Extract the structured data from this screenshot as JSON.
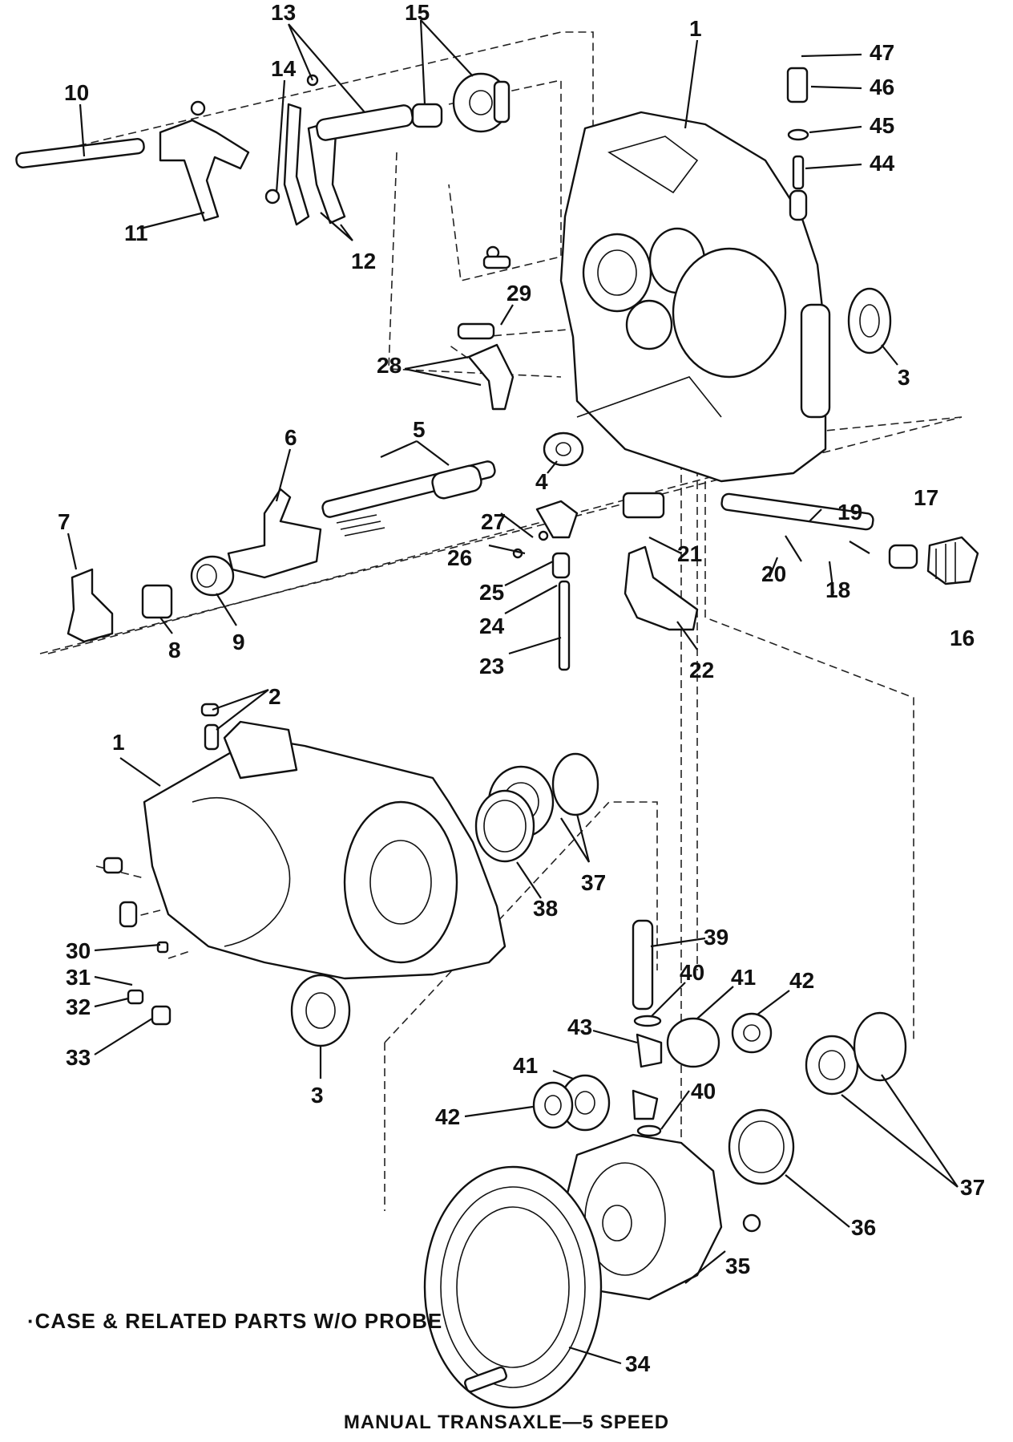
{
  "caption": {
    "subtitle": "·CASE & RELATED PARTS W/O PROBE",
    "title": "MANUAL TRANSAXLE—5 SPEED"
  },
  "callouts": [
    "1",
    "2",
    "3",
    "4",
    "5",
    "6",
    "7",
    "8",
    "9",
    "10",
    "11",
    "12",
    "13",
    "14",
    "15",
    "16",
    "17",
    "18",
    "19",
    "20",
    "21",
    "22",
    "23",
    "24",
    "25",
    "26",
    "27",
    "28",
    "29",
    "30",
    "31",
    "32",
    "33",
    "34",
    "35",
    "36",
    "37",
    "38",
    "39",
    "40",
    "41",
    "42",
    "43",
    "44",
    "45",
    "46",
    "47"
  ],
  "colors": {
    "ink": "#111111",
    "paper": "#ffffff"
  }
}
